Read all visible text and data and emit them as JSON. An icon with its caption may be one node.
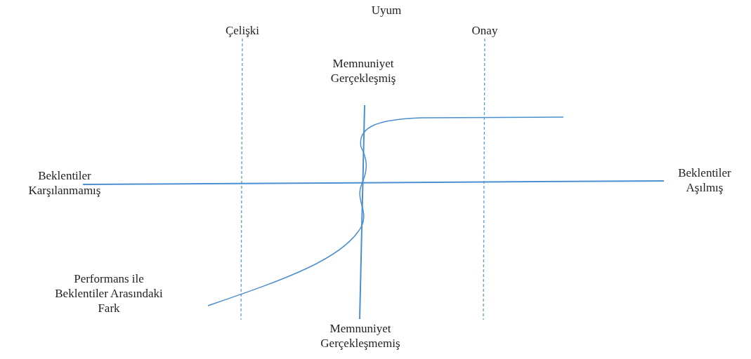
{
  "diagram": {
    "labels": [
      "Uyum",
      "Çelişki",
      "Onay",
      "Memnuniyet Gerçekleşmiş",
      "Beklentiler Karşılanmamış",
      "Beklentiler Aşılmış",
      "Performans ile Beklentiler Arasındaki Fark",
      "Memnuniyet Gerçekleşmemiş"
    ]
  }
}
